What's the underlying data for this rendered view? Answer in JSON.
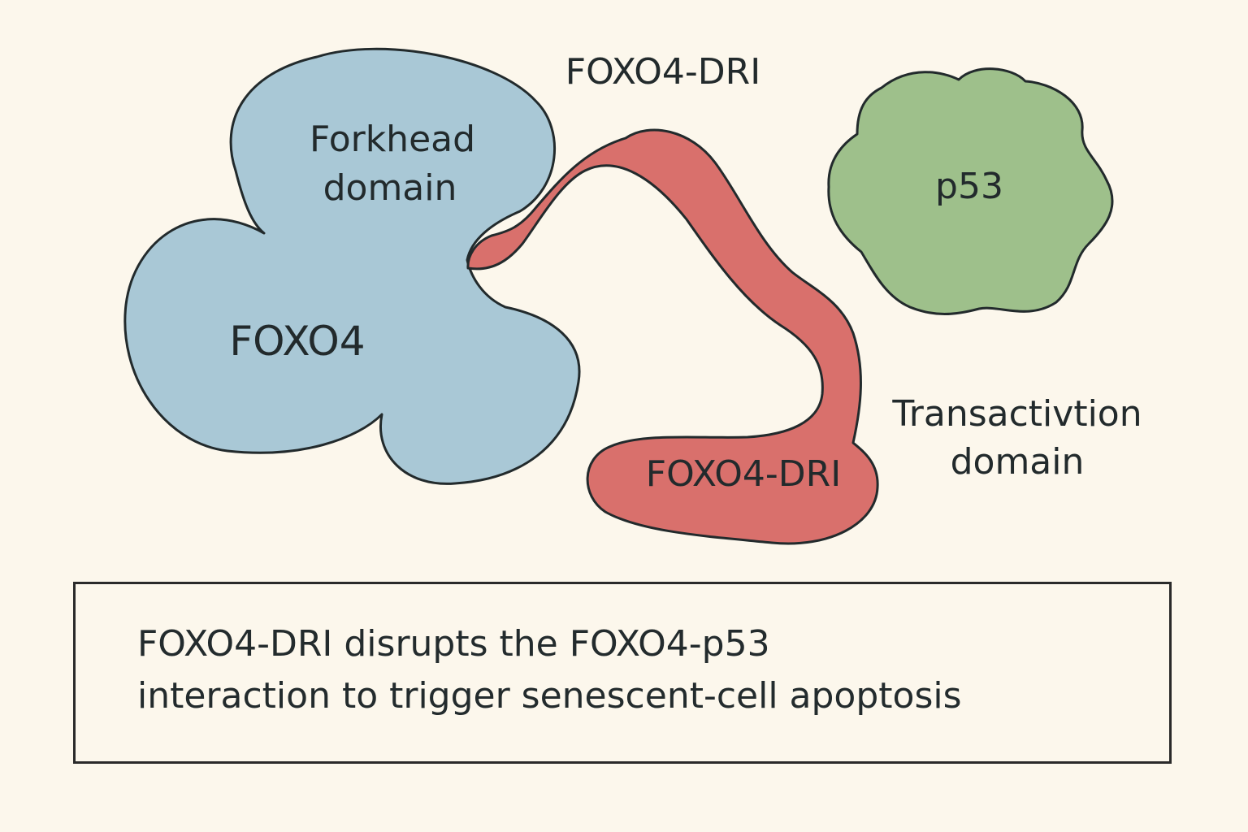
{
  "diagram": {
    "top_label": "FOXO4-DRI",
    "foxo4": {
      "label": "FOXO4",
      "domain_label_line1": "Forkhead",
      "domain_label_line2": "domain",
      "fill": "#a9c8d6"
    },
    "peptide": {
      "label": "FOXO4-DRI",
      "fill": "#d9706c"
    },
    "p53": {
      "label": "p53",
      "fill": "#9ec08b"
    },
    "transactivation_label_line1": "Transactivtion",
    "transactivation_label_line2": "domain",
    "outline_color": "#222a2c",
    "background": "#fcf7ec"
  },
  "caption": {
    "line1": "FOXO4-DRI disrupts the FOXO4-p53",
    "line2": "interaction to trigger senescent-cell apoptosis"
  }
}
